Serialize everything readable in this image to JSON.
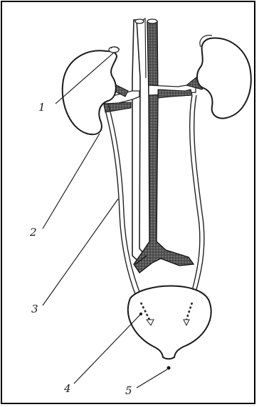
{
  "labels": [
    {
      "id": "l1",
      "text": "1"
    },
    {
      "id": "l2",
      "text": "2"
    },
    {
      "id": "l3",
      "text": "3"
    },
    {
      "id": "l4",
      "text": "4"
    },
    {
      "id": "l5",
      "text": "5"
    }
  ]
}
